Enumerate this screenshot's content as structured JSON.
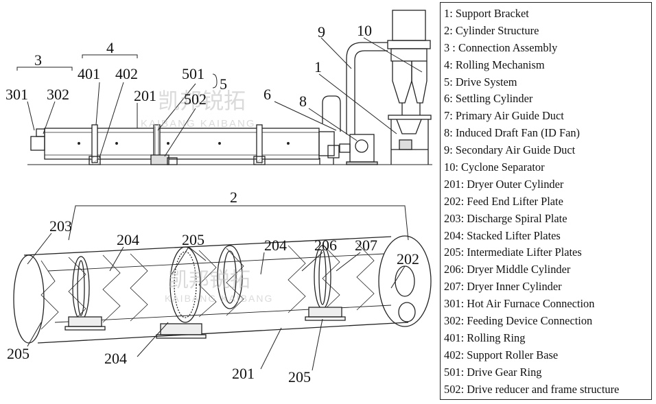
{
  "legend": [
    "1: Support Bracket",
    "2: Cylinder Structure",
    "3 : Connection Assembly",
    "4: Rolling Mechanism",
    "5: Drive System",
    "6: Settling Cylinder",
    "7: Primary Air Guide Duct",
    "8: Induced Draft Fan (ID Fan)",
    "9: Secondary Air Guide Duct",
    "10: Cyclone Separator",
    "201: Dryer Outer Cylinder",
    "202: Feed End Lifter Plate",
    "203: Discharge Spiral Plate",
    "204: Stacked Lifter Plates",
    "205: Intermediate Lifter Plates",
    "206: Dryer Middle Cylinder",
    "207: Dryer Inner Cylinder",
    "301: Hot Air Furnace Connection",
    "302: Feeding Device Connection",
    "401: Rolling Ring",
    "402: Support Roller Base",
    "501: Drive Gear Ring",
    "502: Drive reducer and frame structure"
  ],
  "top_labels": {
    "l3": "3",
    "l301": "301",
    "l302": "302",
    "l4": "4",
    "l401": "401",
    "l402": "402",
    "l201": "201",
    "l501": "501",
    "l502": "502",
    "l5": "5",
    "l6": "6",
    "l8": "8",
    "l9": "9",
    "l1": "1",
    "l10": "10"
  },
  "bottom_labels": {
    "l2": "2",
    "l203": "203",
    "l204a": "204",
    "l205a": "205",
    "l204b": "204",
    "l206": "206",
    "l207": "207",
    "l202": "202",
    "l205b": "205",
    "l204c": "204",
    "l201": "201",
    "l205c": "205"
  },
  "watermark": {
    "line1": "凯邦锐拓",
    "line2": "KAIBANG KAIBANG"
  }
}
